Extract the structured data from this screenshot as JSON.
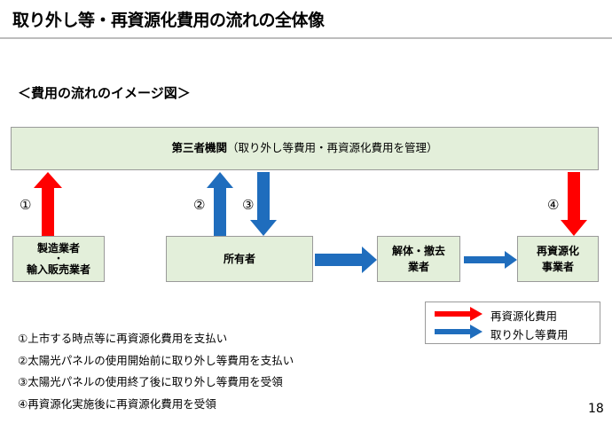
{
  "title": "取り外し等・再資源化費用の流れの全体像",
  "subtitle": "＜費用の流れのイメージ図＞",
  "colors": {
    "box_fill": "#e3efda",
    "red_arrow": "#ff0000",
    "blue_arrow": "#1f6dbd"
  },
  "nodes": {
    "agency_bold": "第三者機関",
    "agency_paren": "（取り外し等費用・再資源化費用を管理）",
    "manufacturer": "製造業者",
    "dot": "・",
    "importer": "輸入販売業者",
    "owner": "所有者",
    "demolition_1": "解体・撤去",
    "demolition_2": "業者",
    "recycler_1": "再資源化",
    "recycler_2": "事業者"
  },
  "flow_numbers": [
    "①",
    "②",
    "③",
    "④"
  ],
  "legend": {
    "red_label": "再資源化費用",
    "blue_label": "取り外し等費用"
  },
  "notes": [
    "①上市する時点等に再資源化費用を支払い",
    "②太陽光パネルの使用開始前に取り外し等費用を支払い",
    "③太陽光パネルの使用終了後に取り外し等費用を受領",
    "④再資源化実施後に再資源化費用を受領"
  ],
  "page_number": "18"
}
